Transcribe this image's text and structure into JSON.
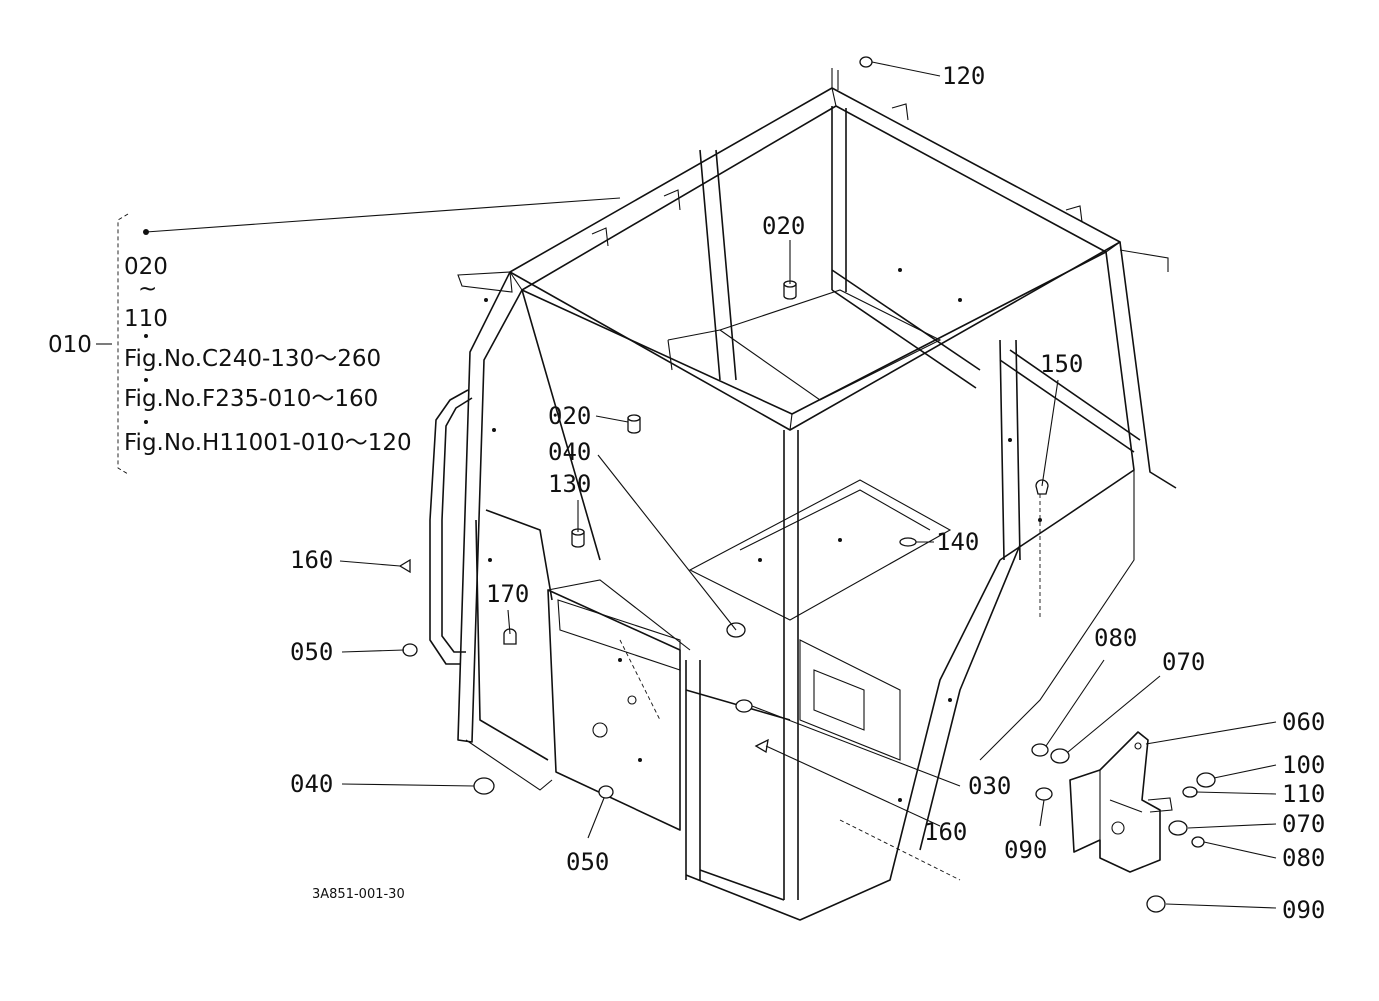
{
  "diagram": {
    "drawing_code": "3A851-001-30",
    "assembly": {
      "ref": "010",
      "range_start": "020",
      "range_sep": "~",
      "range_end": "110",
      "see_figures": [
        "Fig.No.C240-130～260",
        "Fig.No.F235-010～160",
        "Fig.No.H11001-010～120"
      ]
    },
    "callouts": {
      "c120": "120",
      "c020_top": "020",
      "c020_mid": "020",
      "c040_upper": "040",
      "c130": "130",
      "c150": "150",
      "c140": "140",
      "c160_left": "160",
      "c170": "170",
      "c050_left": "050",
      "c040_lower": "040",
      "c050_bottom": "050",
      "c030": "030",
      "c160_bottom": "160",
      "c080_upper": "080",
      "c070_upper": "070",
      "c060": "060",
      "c100": "100",
      "c110": "110",
      "c070_lower": "070",
      "c080_lower": "080",
      "c090_left": "090",
      "c090_bottom": "090"
    }
  }
}
